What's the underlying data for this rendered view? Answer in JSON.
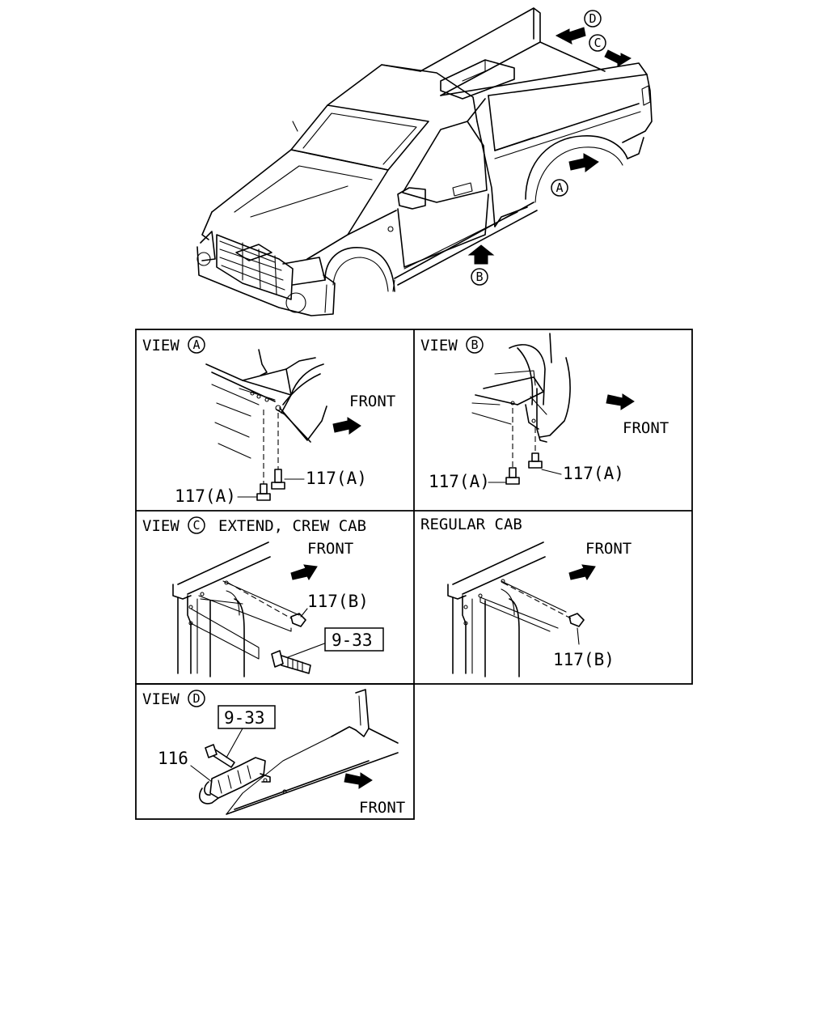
{
  "callouts": {
    "a": "A",
    "b": "B",
    "c": "C",
    "d": "D"
  },
  "panels": {
    "view_a": {
      "title": "VIEW",
      "circle": "A",
      "front": "FRONT",
      "part_upper": "117(A)",
      "part_lower": "117(A)"
    },
    "view_b": {
      "title": "VIEW",
      "circle": "B",
      "front": "FRONT",
      "part_left": "117(A)",
      "part_right": "117(A)"
    },
    "view_c": {
      "title": "VIEW",
      "circle": "C",
      "subtitle": "EXTEND, CREW CAB",
      "front": "FRONT",
      "part_bolt": "117(B)",
      "ref_box": "9-33"
    },
    "regular_cab": {
      "title": "REGULAR CAB",
      "front": "FRONT",
      "part_bolt": "117(B)"
    },
    "view_d": {
      "title": "VIEW",
      "circle": "D",
      "ref_box": "9-33",
      "part_clip": "116",
      "front": "FRONT"
    }
  }
}
